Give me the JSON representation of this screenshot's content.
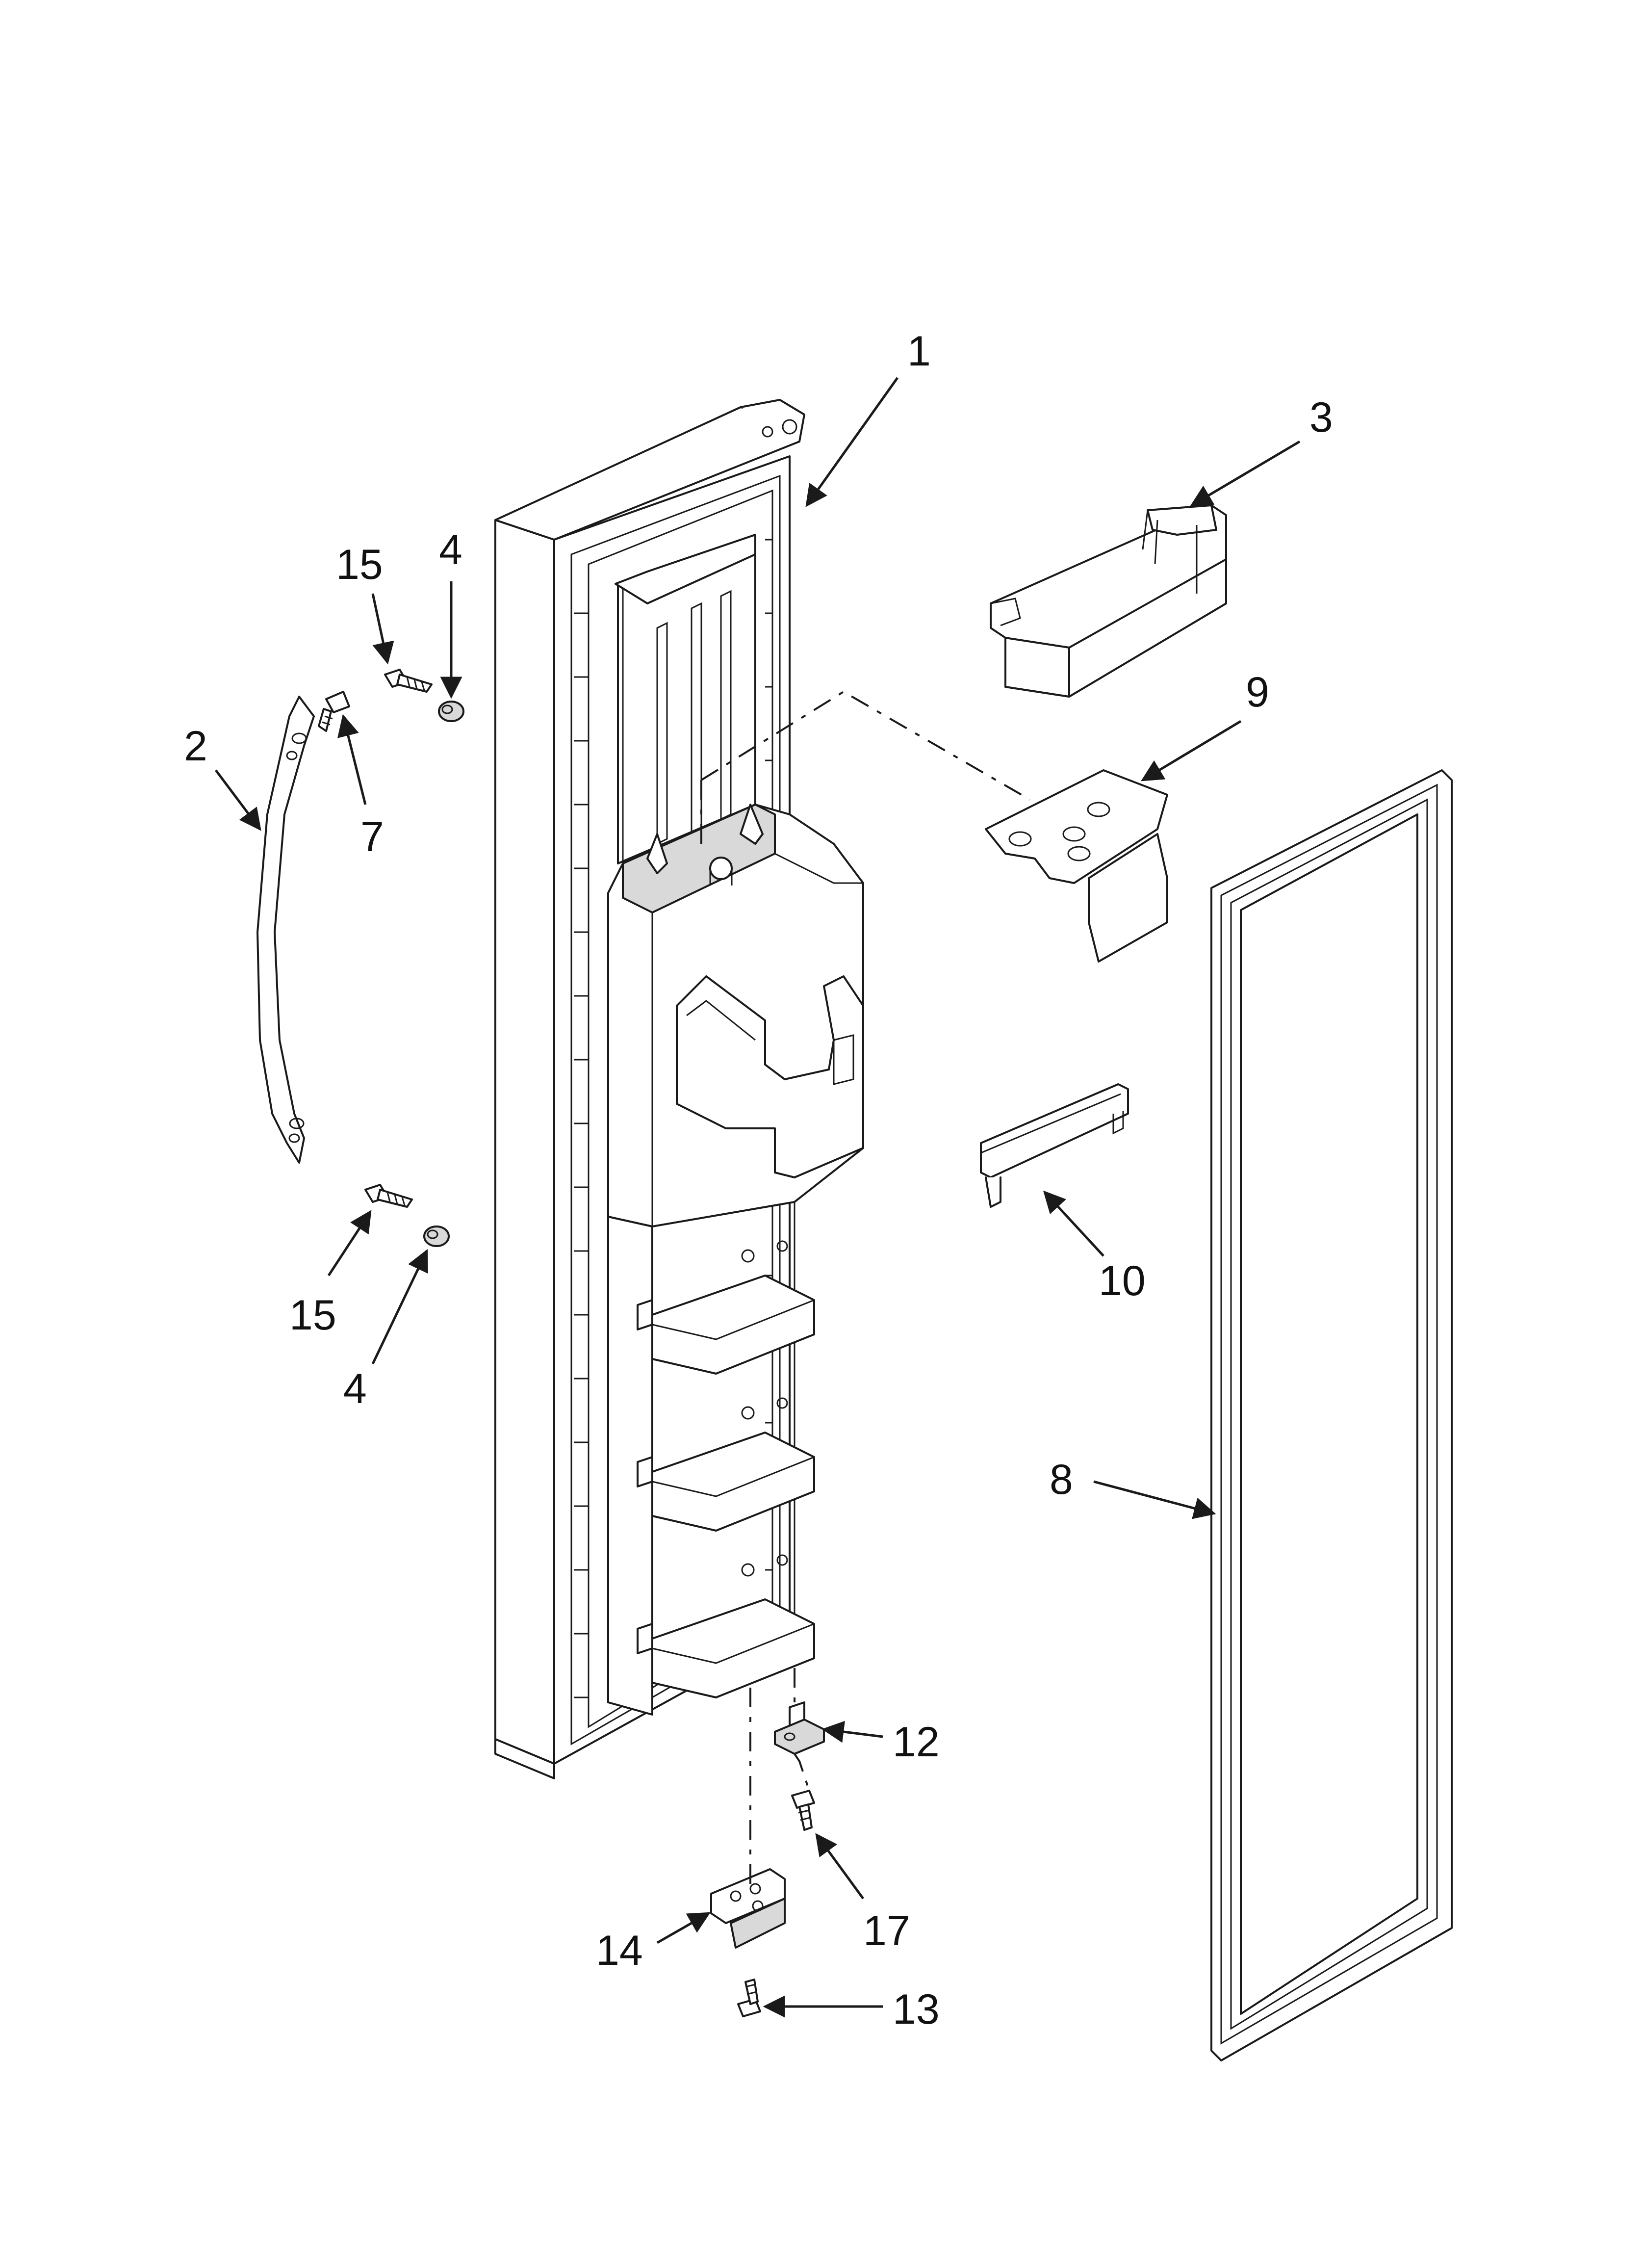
{
  "callouts": [
    {
      "id": "1",
      "text": "1"
    },
    {
      "id": "2",
      "text": "2"
    },
    {
      "id": "3",
      "text": "3"
    },
    {
      "id": "4a",
      "text": "4"
    },
    {
      "id": "4b",
      "text": "4"
    },
    {
      "id": "7",
      "text": "7"
    },
    {
      "id": "8",
      "text": "8"
    },
    {
      "id": "9",
      "text": "9"
    },
    {
      "id": "10",
      "text": "10"
    },
    {
      "id": "12",
      "text": "12"
    },
    {
      "id": "13",
      "text": "13"
    },
    {
      "id": "14",
      "text": "14"
    },
    {
      "id": "15a",
      "text": "15"
    },
    {
      "id": "15b",
      "text": "15"
    },
    {
      "id": "17",
      "text": "17"
    }
  ]
}
